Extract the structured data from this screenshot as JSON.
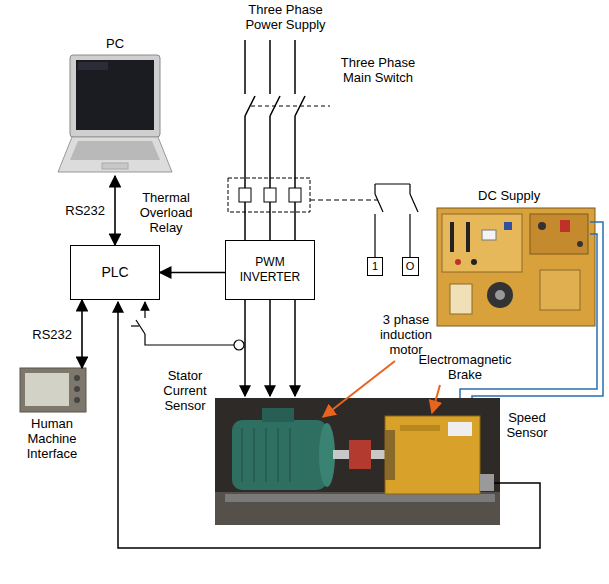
{
  "diagram": {
    "nodes": [
      {
        "text": [
          "PC"
        ]
      },
      {
        "text": [
          "PLC"
        ]
      },
      {
        "text": [
          "PWM INVERTER"
        ]
      },
      {
        "text": [
          "1"
        ]
      },
      {
        "text": [
          "O"
        ]
      },
      {
        "text": [
          "Human Machine Interface"
        ]
      }
    ],
    "edges": [
      {
        "from": 0,
        "to": 1,
        "label": "RS232",
        "arrow": "both"
      },
      {
        "from": 1,
        "to": 5,
        "label": "RS232",
        "arrow": "both"
      },
      {
        "from": 2,
        "to": 1,
        "arrow": "to"
      }
    ],
    "labels": [
      "Three Phase Power Supply",
      "Three Phase Main Switch",
      "Thermal Overload Relay",
      "DC Supply",
      "3 phase induction motor",
      "Electromagnetic Brake",
      "Stator Current Sensor",
      "Speed Sensor"
    ]
  }
}
